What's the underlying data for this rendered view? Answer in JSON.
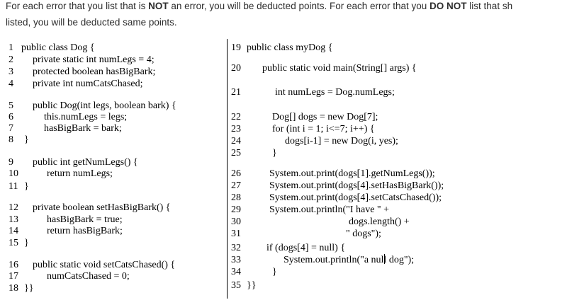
{
  "instructions": {
    "p1": "For each error that you list that is ",
    "b1": "NOT",
    "p2": " an error, you will be deducted points. For each error that you ",
    "b2": "DO NOT",
    "p3": " list that sh",
    "line2": "listed, you will be deducted same points."
  },
  "left_code": [
    {
      "n": "1",
      "t": "public class Dog {"
    },
    {
      "n": "2",
      "t": "private static int numLegs = 4;"
    },
    {
      "n": "3",
      "t": "protected boolean hasBigBark;"
    },
    {
      "n": "4",
      "t": "private int numCatsChased;"
    },
    {
      "n": "5",
      "t": "public Dog(int legs, boolean bark) {"
    },
    {
      "n": "6",
      "t": "this.numLegs = legs;"
    },
    {
      "n": "7",
      "t": "hasBigBark = bark;"
    },
    {
      "n": "8",
      "t": "}"
    },
    {
      "n": "9",
      "t": "public int getNumLegs() {"
    },
    {
      "n": "10",
      "t": "return numLegs;"
    },
    {
      "n": "11",
      "t": "}"
    },
    {
      "n": "12",
      "t": "private boolean setHasBigBark() {"
    },
    {
      "n": "13",
      "t": "hasBigBark = true;"
    },
    {
      "n": "14",
      "t": "return hasBigBark;"
    },
    {
      "n": "15",
      "t": "}"
    },
    {
      "n": "16",
      "t": "public static void setCatsChased() {"
    },
    {
      "n": "17",
      "t": "numCatsChased = 0;"
    },
    {
      "n": "18",
      "t": "}}"
    }
  ],
  "right_code": [
    {
      "n": "19",
      "t": "public class myDog {"
    },
    {
      "n": "20",
      "t": "public static void main(String[] args) {"
    },
    {
      "n": "21",
      "t": "int numLegs = Dog.numLegs;"
    },
    {
      "n": "22",
      "t": "Dog[] dogs = new Dog[7];"
    },
    {
      "n": "23",
      "t": "for (int i = 1; i<=7; i++) {"
    },
    {
      "n": "24",
      "t": "dogs[i-1] = new Dog(i, yes);"
    },
    {
      "n": "25",
      "t": "}"
    },
    {
      "n": "26",
      "t": "System.out.print(dogs[1].getNumLegs());"
    },
    {
      "n": "27",
      "t": "System.out.print(dogs[4].setHasBigBark());"
    },
    {
      "n": "28",
      "t": "System.out.print(dogs[4].setCatsChased());"
    },
    {
      "n": "29",
      "t": "System.out.println(\"I have \" +"
    },
    {
      "n": "30",
      "t": "dogs.length() +"
    },
    {
      "n": "31",
      "t": "\" dogs\");"
    },
    {
      "n": "32",
      "t": "if (dogs[4] = null) {"
    },
    {
      "n": "33",
      "t": "System.out.println(\"a null dog\");"
    },
    {
      "n": "34",
      "t": "}"
    },
    {
      "n": "35",
      "t": "}}"
    }
  ]
}
